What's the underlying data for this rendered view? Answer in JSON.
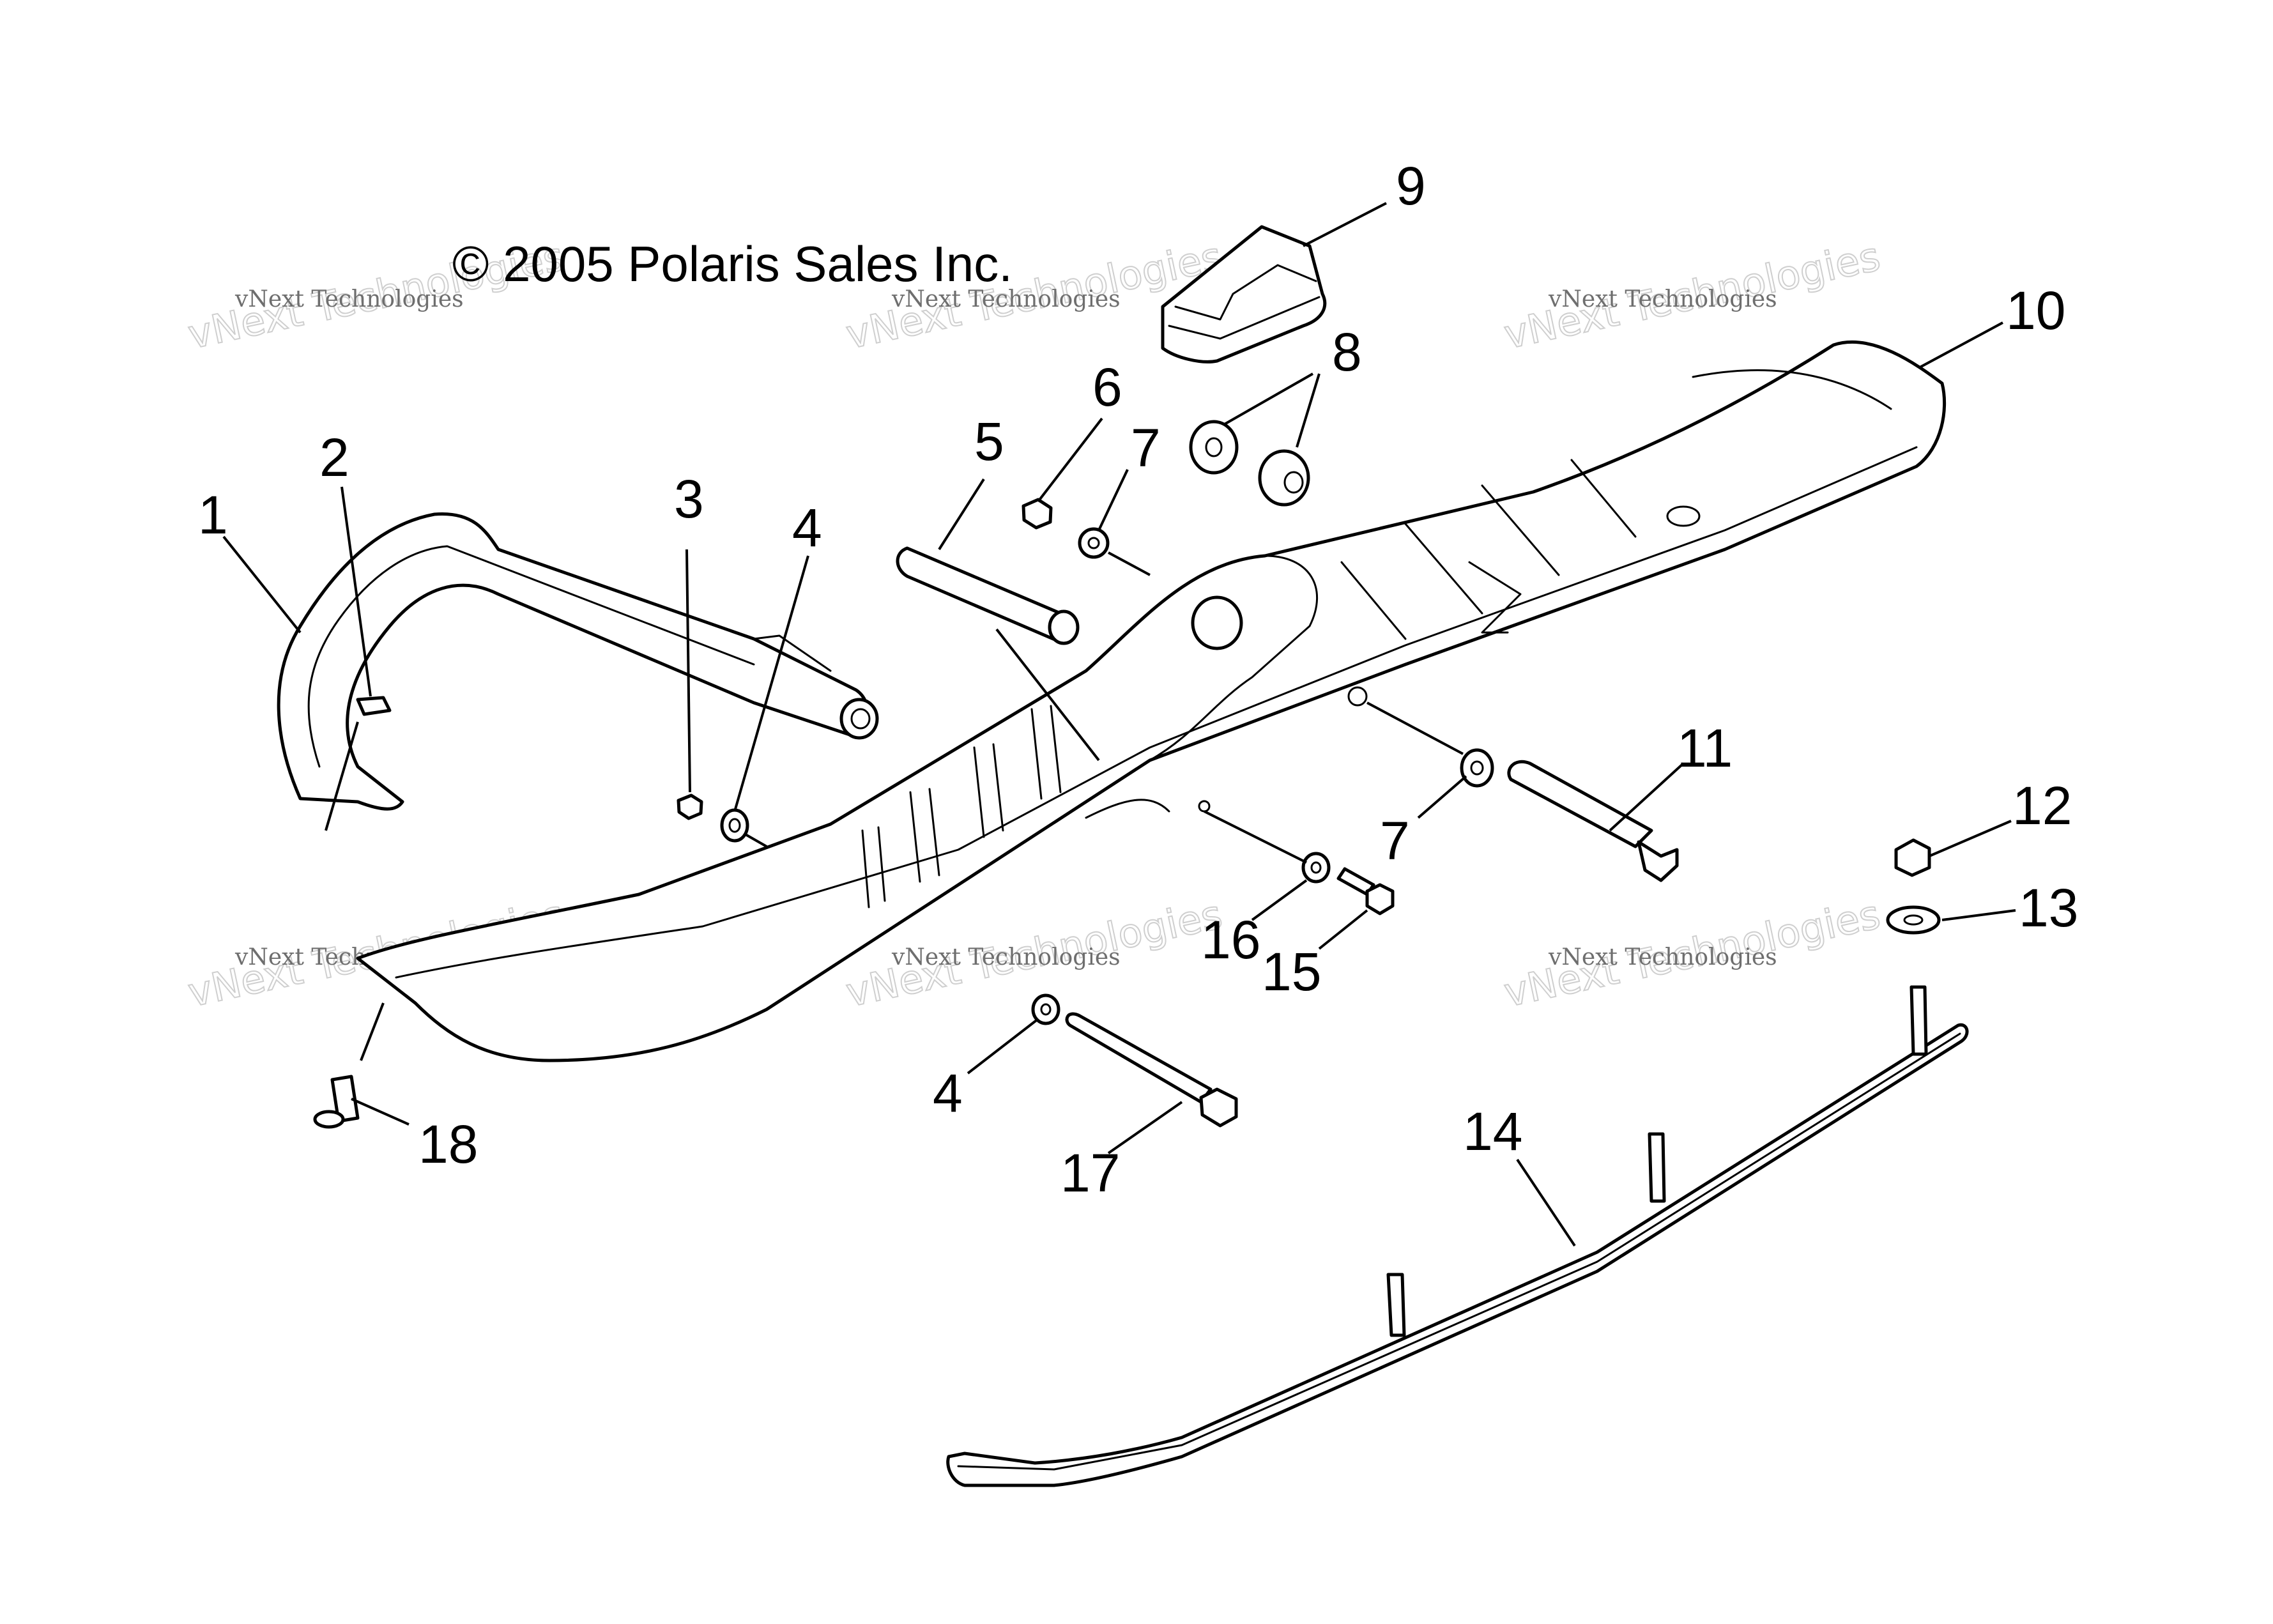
{
  "copyright": "© 2005 Polaris Sales Inc.",
  "watermark": {
    "line1": "vNext Technologies",
    "line2": "vNext Technologies"
  },
  "callouts": [
    "1",
    "2",
    "3",
    "4",
    "5",
    "6",
    "7",
    "8",
    "9",
    "10",
    "11",
    "12",
    "13",
    "14",
    "15",
    "16",
    "17",
    "18",
    "4",
    "7"
  ],
  "colors": {
    "ink": "#000000",
    "background": "#ffffff",
    "watermark": "#6e6e6e"
  }
}
